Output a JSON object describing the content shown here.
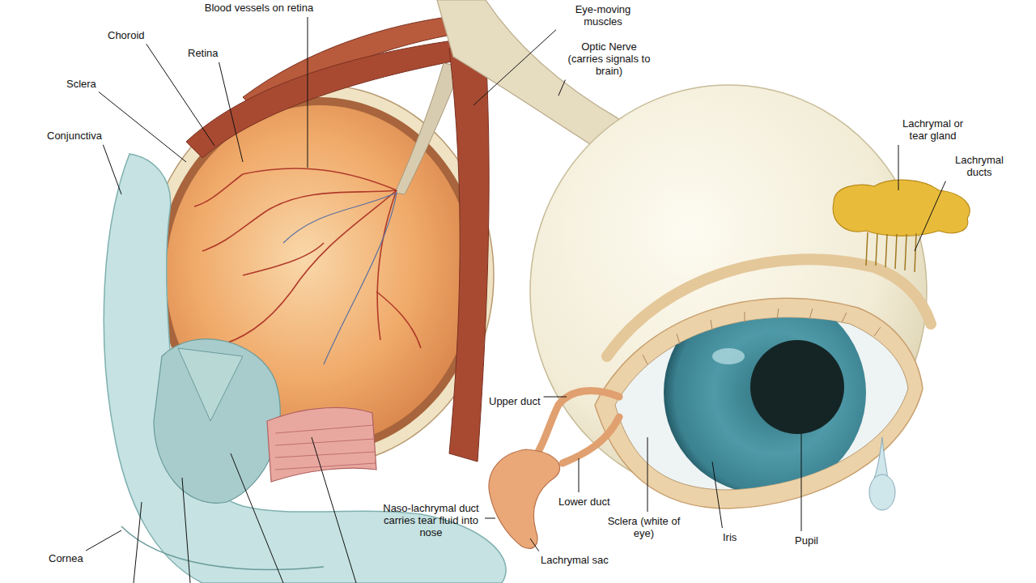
{
  "diagram": {
    "labels": [
      "Blood vessels on retina",
      "Eye-moving muscles",
      "Optic Nerve (carries signals to brain)",
      "Choroid",
      "Retina",
      "Sclera",
      "Conjunctiva",
      "Lachrymal or tear gland",
      "Lachrymal ducts",
      "Upper duct",
      "Lower duct",
      "Naso-lachrymal duct carries tear fluid into nose",
      "Lachrymal sac",
      "Sclera (white of eye)",
      "Iris",
      "Pupil",
      "Cornea"
    ]
  }
}
